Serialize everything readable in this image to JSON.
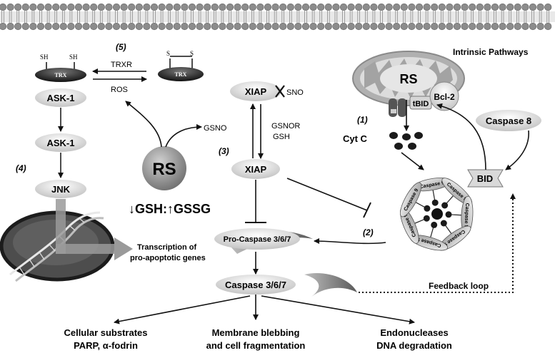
{
  "labels": {
    "trx_left": "TRX",
    "trx_right": "TRX",
    "sh_1": "SH",
    "sh_2": "SH",
    "s_1": "S",
    "s_2": "S",
    "step5": "(5)",
    "trxr": "TRXR",
    "ros": "ROS",
    "ask1_top": "ASK-1",
    "ask1_bottom": "ASK-1",
    "step4": "(4)",
    "jnk": "JNK",
    "transcription_line1": "Transcription of",
    "transcription_line2": "pro-apoptotic genes",
    "rs_center": "RS",
    "gsh_ratio": "↓GSH:↑GSSG",
    "xiap_sno": "XIAP",
    "sno": "SNO",
    "gsno": "GSNO",
    "gsnor": "GSNOR",
    "gsh": "GSH",
    "step3": "(3)",
    "xiap": "XIAP",
    "pro_caspase": "Pro-Caspase 3/6/7",
    "caspase_367": "Caspase 3/6/7",
    "intrinsic_title": "Intrinsic Pathways",
    "rs_mito": "RS",
    "tbid": "tBID",
    "bcl2": "Bcl-2",
    "step1": "(1)",
    "cytc": "Cyt C",
    "caspase8": "Caspase 8",
    "bid": "BID",
    "caspase9_labels": [
      "Caspase 9",
      "Caspase 9",
      "Caspase 9",
      "Caspase 9",
      "Caspase 9",
      "Caspase 9",
      "Caspase 9"
    ],
    "step2": "(2)",
    "feedback": "Feedback loop",
    "out1_line1": "Cellular substrates",
    "out1_line2": "PARP, α-fodrin",
    "out2_line1": "Membrane blebbing",
    "out2_line2": "and cell fragmentation",
    "out3_line1": "Endonucleases",
    "out3_line2": "DNA degradation"
  },
  "colors": {
    "membrane": "#8c8c8c",
    "node_fill": "#dedede",
    "rs_fill": "#9a9a9a",
    "dark": "#1a1a1a"
  }
}
